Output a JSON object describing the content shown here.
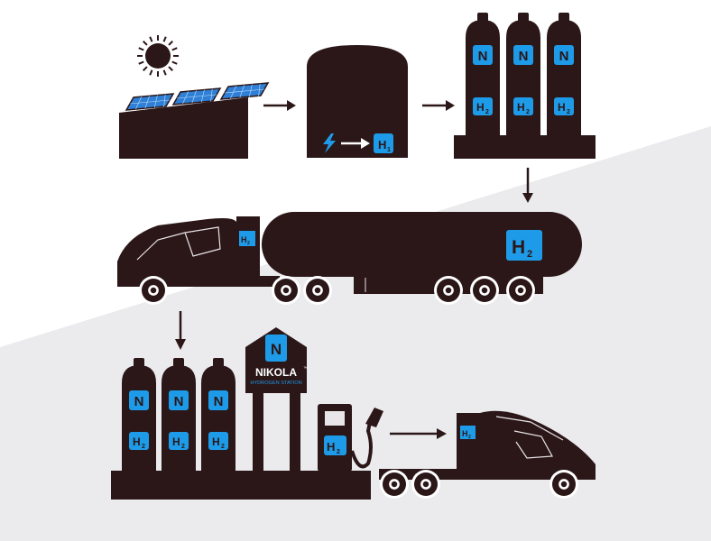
{
  "colors": {
    "silhouette": "#2b1618",
    "accent_blue": "#1e9be8",
    "panel_blue": "#2f7fd6",
    "sun": "#2b1618",
    "background_top": "#ffffff",
    "background_bottom": "#ebebee"
  },
  "labels": {
    "h2_sub": "2",
    "h1_sub": "1",
    "h_letter": "H",
    "nikola_letter": "N"
  },
  "station": {
    "brand": "NIKOLA",
    "trademark": "™",
    "subtitle": "HYDROGEN STATION"
  },
  "icons": {
    "sun": "sun-icon",
    "solar_panels": "solar-panel-icon",
    "electrolyzer": "electrolyzer-tank-icon",
    "lightning": "lightning-icon",
    "storage_tanks": "hydrogen-cylinder-icon",
    "tanker_truck": "tanker-truck-icon",
    "dispenser": "fuel-dispenser-icon",
    "nozzle": "fuel-nozzle-icon",
    "semi_truck": "semi-truck-icon",
    "arrow": "arrow-icon"
  }
}
